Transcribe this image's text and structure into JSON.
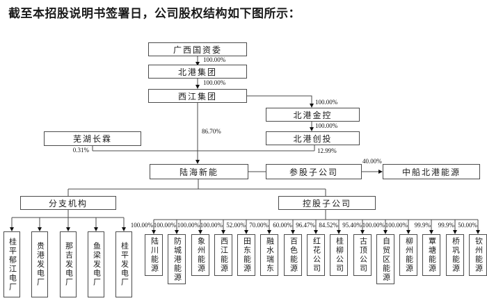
{
  "title": "截至本招股说明书签署日，公司股权结构如下图所示：",
  "org": {
    "sasac": "广西国资委",
    "beigang_group": "北港集团",
    "xijiang_group": "西江集团",
    "beigang_jinkong": "北港金控",
    "beigang_chuangtou": "北港创投",
    "wuhu_changlin": "芜湖长霖",
    "luhai_xinneng": "陆海新能",
    "invested_subsidiary": "参股子公司",
    "csic_beigang_energy": "中船北港能源",
    "branch_organizations": "分支机构",
    "holding_subsidiary": "控股子公司"
  },
  "ownership": {
    "sasac_to_beigang": "100.00%",
    "beigang_to_xijiang": "100.00%",
    "xijiang_to_jinkong": "100.00%",
    "jinkong_to_chuangtou": "100.00%",
    "xijiang_to_luhai": "86.70%",
    "wuhu_to_luhai": "0.31%",
    "chuangtou_to_luhai": "12.99%",
    "luhai_to_csic": "40.00%"
  },
  "branches": [
    {
      "name": "桂平郁江电厂"
    },
    {
      "name": "贵港发电厂"
    },
    {
      "name": "那吉发电厂"
    },
    {
      "name": "鱼梁发电厂"
    },
    {
      "name": "桂平发电厂"
    }
  ],
  "subsidiaries": [
    {
      "name": "陆川能源",
      "pct": "100.00%"
    },
    {
      "name": "防城港能源",
      "pct": "100.00%"
    },
    {
      "name": "象州能源",
      "pct": "100.00%"
    },
    {
      "name": "西江能源",
      "pct": "100.00%"
    },
    {
      "name": "田东能源",
      "pct": "52.00%"
    },
    {
      "name": "融水瑞东",
      "pct": "70.00%"
    },
    {
      "name": "百色能源",
      "pct": "60.00%"
    },
    {
      "name": "红花公司",
      "pct": "96.47%"
    },
    {
      "name": "桂柳公司",
      "pct": "84.52%"
    },
    {
      "name": "古顶公司",
      "pct": "95.40%"
    },
    {
      "name": "自贸区能源",
      "pct": "100.00%"
    },
    {
      "name": "柳州能源",
      "pct": "100.00%"
    },
    {
      "name": "覃塘能源",
      "pct": "99.9%"
    },
    {
      "name": "桥巩能源",
      "pct": "99.9%"
    },
    {
      "name": "钦州能源",
      "pct": "50.00%"
    }
  ]
}
